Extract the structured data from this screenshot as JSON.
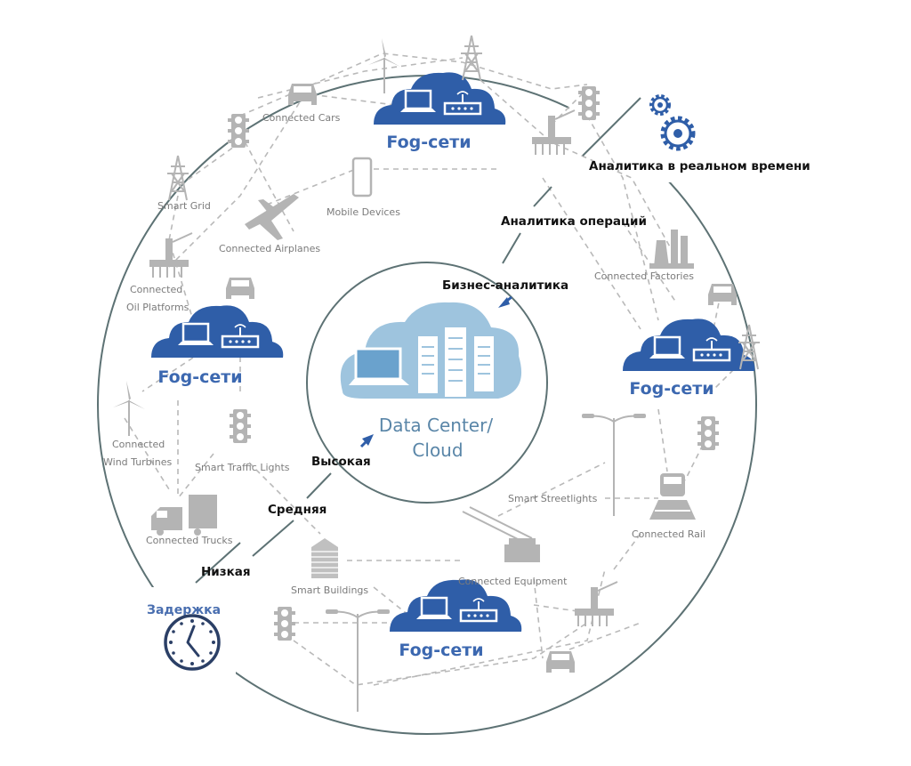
{
  "diagram": {
    "center": {
      "label_line1": "Data Center/",
      "label_line2": "Cloud",
      "colors": {
        "cloud_fill": "#9ec4de",
        "cloud_text": "#5a86a8"
      }
    },
    "fog_nodes": [
      {
        "label": "Fog-сети",
        "position": "top"
      },
      {
        "label": "Fog-сети",
        "position": "left"
      },
      {
        "label": "Fog-сети",
        "position": "right"
      },
      {
        "label": "Fog-сети",
        "position": "bottom"
      }
    ],
    "fog_color": "#2f5ea8",
    "devices": [
      {
        "label": "Connected Cars",
        "icon": "car-icon"
      },
      {
        "label": "Smart Grid",
        "icon": "power-tower-icon"
      },
      {
        "label": "Mobile Devices",
        "icon": "smartphone-icon"
      },
      {
        "label": "Connected Airplanes",
        "icon": "airplane-icon"
      },
      {
        "label": "Connected",
        "label2": "Oil Platforms",
        "icon": "oil-platform-icon"
      },
      {
        "label": "Connected",
        "label2": "Wind Turbines",
        "icon": "wind-turbine-icon"
      },
      {
        "label": "Smart Traffic Lights",
        "icon": "traffic-light-icon"
      },
      {
        "label": "Connected Trucks",
        "icon": "truck-icon"
      },
      {
        "label": "Smart Buildings",
        "icon": "building-icon"
      },
      {
        "label": "Connected Equipment",
        "icon": "crane-icon"
      },
      {
        "label": "Smart Streetlights",
        "icon": "streetlight-icon"
      },
      {
        "label": "Connected Rail",
        "icon": "train-icon"
      },
      {
        "label": "Connected Factories",
        "icon": "factory-icon"
      }
    ],
    "analytics_axis": {
      "icon": "gears-icon",
      "labels": [
        "Аналитика в реальном времени",
        "Аналитика операций",
        "Бизнес-аналитика"
      ]
    },
    "latency_axis": {
      "title": "Задержка",
      "icon": "clock-icon",
      "labels": [
        "Высокая",
        "Средняя",
        "Низкая"
      ]
    }
  }
}
